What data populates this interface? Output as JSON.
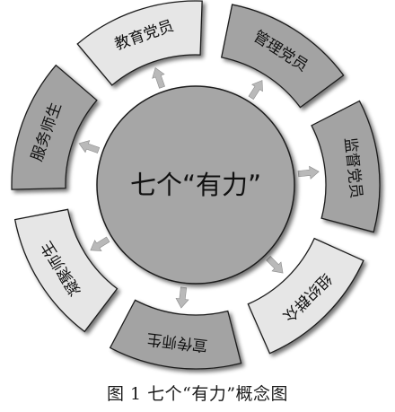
{
  "center": {
    "label": "七个“有力”"
  },
  "segments": [
    {
      "id": "jiaoyu",
      "label": "教育党员",
      "shade": "light"
    },
    {
      "id": "guanli",
      "label": "管理党员",
      "shade": "dark"
    },
    {
      "id": "jiandu",
      "label": "监督党员",
      "shade": "dark"
    },
    {
      "id": "zhaobiao",
      "label": "组织群众",
      "shade": "light"
    },
    {
      "id": "xuanchuan",
      "label": "宣传师生",
      "shade": "dark"
    },
    {
      "id": "ningju",
      "label": "凝聚师生",
      "shade": "light"
    },
    {
      "id": "fuwu",
      "label": "服务师生",
      "shade": "dark"
    }
  ],
  "colors": {
    "light": "#e6e6e6",
    "dark": "#a3a3a3",
    "center": "#a6a6a6",
    "arrow": "#b9b9b9",
    "stroke": "#1a1a1a"
  },
  "caption": "图 1 七个“有力”概念图"
}
